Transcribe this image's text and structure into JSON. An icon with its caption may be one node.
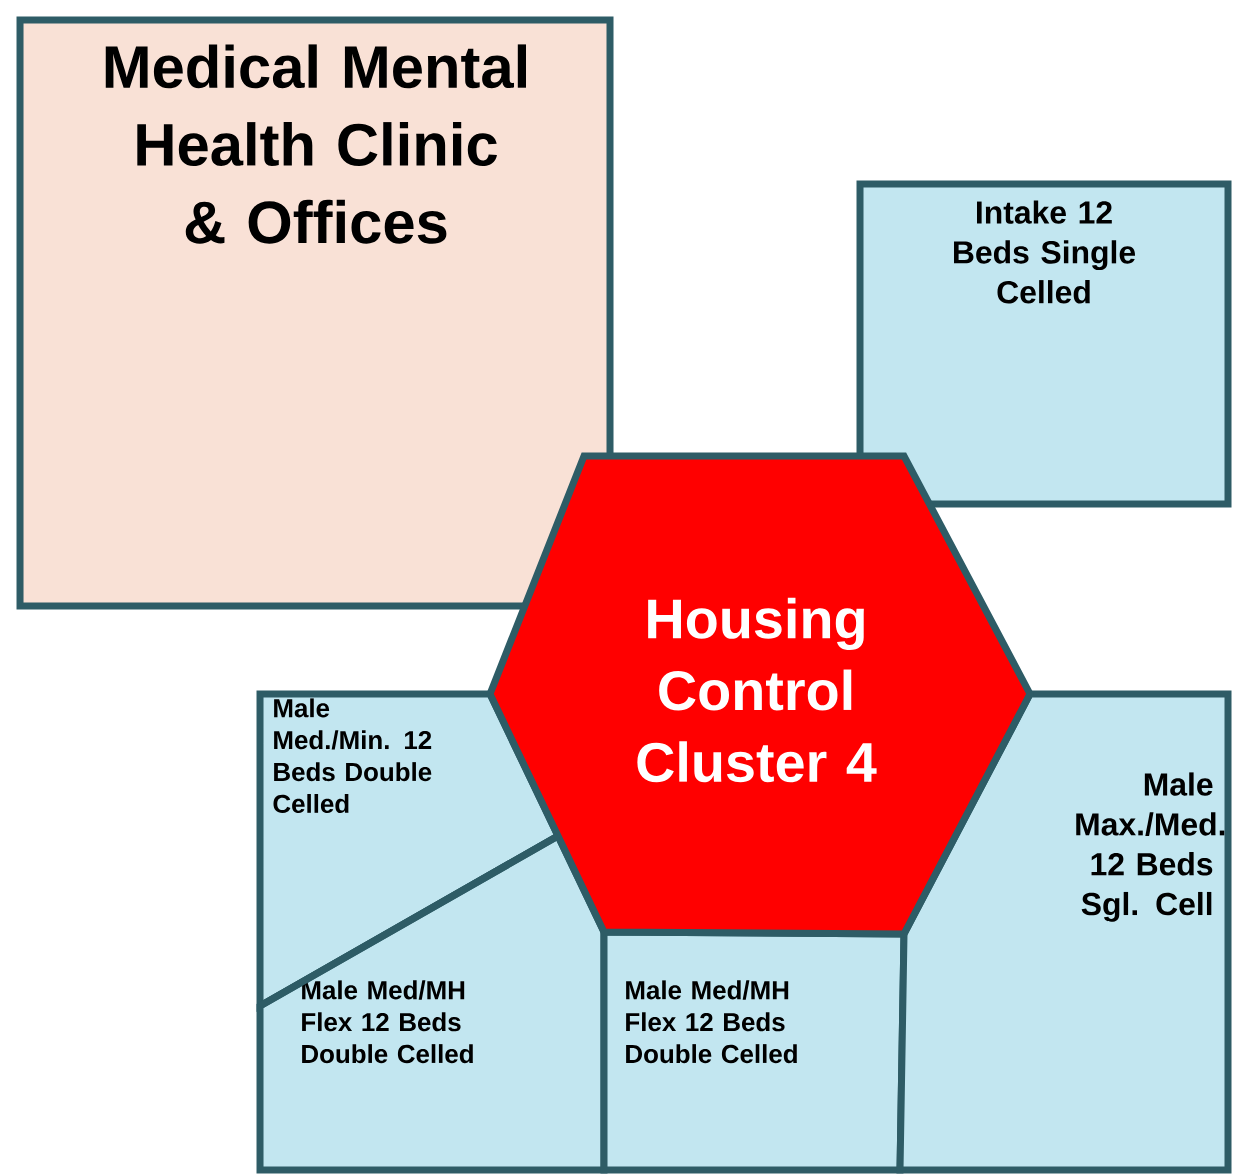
{
  "diagram": {
    "nodes": [
      {
        "text": [
          "Medical Mental Health Clinic & Offices"
        ]
      },
      {
        "text": [
          "Intake 12 Beds Single Celled"
        ]
      },
      {
        "text": [
          "Housing Control Cluster 4"
        ]
      },
      {
        "text": [
          "Male Med./Min. 12 Beds Double Celled"
        ]
      },
      {
        "text": [
          "Male Med/MH Flex 12 Beds Double Celled"
        ]
      },
      {
        "text": [
          "Male Med/MH Flex 12 Beds Double Celled"
        ]
      },
      {
        "text": [
          "Male Max./Med. 12 Beds Sgl. Cell"
        ]
      }
    ]
  }
}
